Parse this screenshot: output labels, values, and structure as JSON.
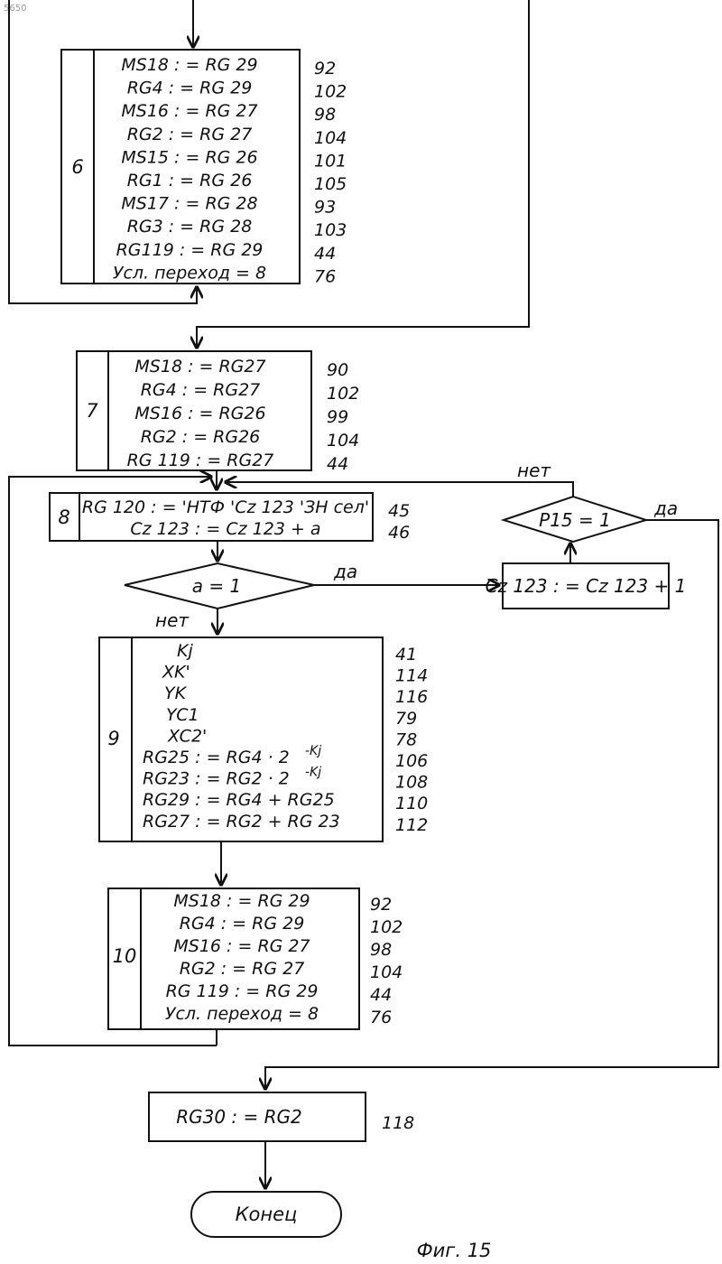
{
  "block6": {
    "number": "6",
    "lines": [
      "MS18 : = RG 29",
      "RG4 : = RG 29",
      "MS16 : = RG 27",
      "RG2 : = RG 27",
      "MS15 : = RG 26",
      "RG1 : = RG 26",
      "MS17 : = RG 28",
      "RG3 : = RG 28",
      "RG119 : = RG 29",
      "Усл. переход = 8"
    ],
    "refs": [
      "92",
      "102",
      "98",
      "104",
      "101",
      "105",
      "93",
      "103",
      "44",
      "76"
    ]
  },
  "block7": {
    "number": "7",
    "lines": [
      "MS18 : = RG27",
      "RG4 : = RG27",
      "MS16 : = RG26",
      "RG2 : = RG26",
      "RG 119 : = RG27"
    ],
    "refs": [
      "90",
      "102",
      "99",
      "104",
      "44"
    ]
  },
  "block8": {
    "number": "8",
    "lines": [
      "RG 120 : = 'НТФ 'Cz 123 'ЗН сел'",
      "Cz 123 : = Cz 123 + a"
    ],
    "refs": [
      "45",
      "46"
    ]
  },
  "decision_a": {
    "text": "a = 1",
    "yes": "да",
    "no": "нет"
  },
  "decision_p15": {
    "text": "P15 = 1",
    "yes": "да",
    "no": "нет"
  },
  "increment": {
    "text": "Cz 123 : = Cz 123 + 1"
  },
  "block9": {
    "number": "9",
    "lines": [
      "Kj",
      "XK'",
      "YK",
      "YC1",
      "XC2'",
      "RG25 : = RG4 · 2",
      "RG23 : = RG2 · 2",
      "RG29 : = RG4 + RG25",
      "RG27 : = RG2 + RG 23"
    ],
    "exponent": "-Kj",
    "refs": [
      "41",
      "114",
      "116",
      "79",
      "78",
      "106",
      "108",
      "110",
      "112"
    ]
  },
  "block10": {
    "number": "10",
    "lines": [
      "MS18 : = RG 29",
      "RG4 : = RG 29",
      "MS16 : = RG 27",
      "RG2 : = RG 27",
      "RG 119 : = RG 29",
      "Усл. переход = 8"
    ],
    "refs": [
      "92",
      "102",
      "98",
      "104",
      "44",
      "76"
    ]
  },
  "block_final": {
    "text": "RG30 : = RG2",
    "ref": "118"
  },
  "terminator": {
    "text": "Конец"
  },
  "caption": "Фиг. 15",
  "corner_mark": "5650"
}
